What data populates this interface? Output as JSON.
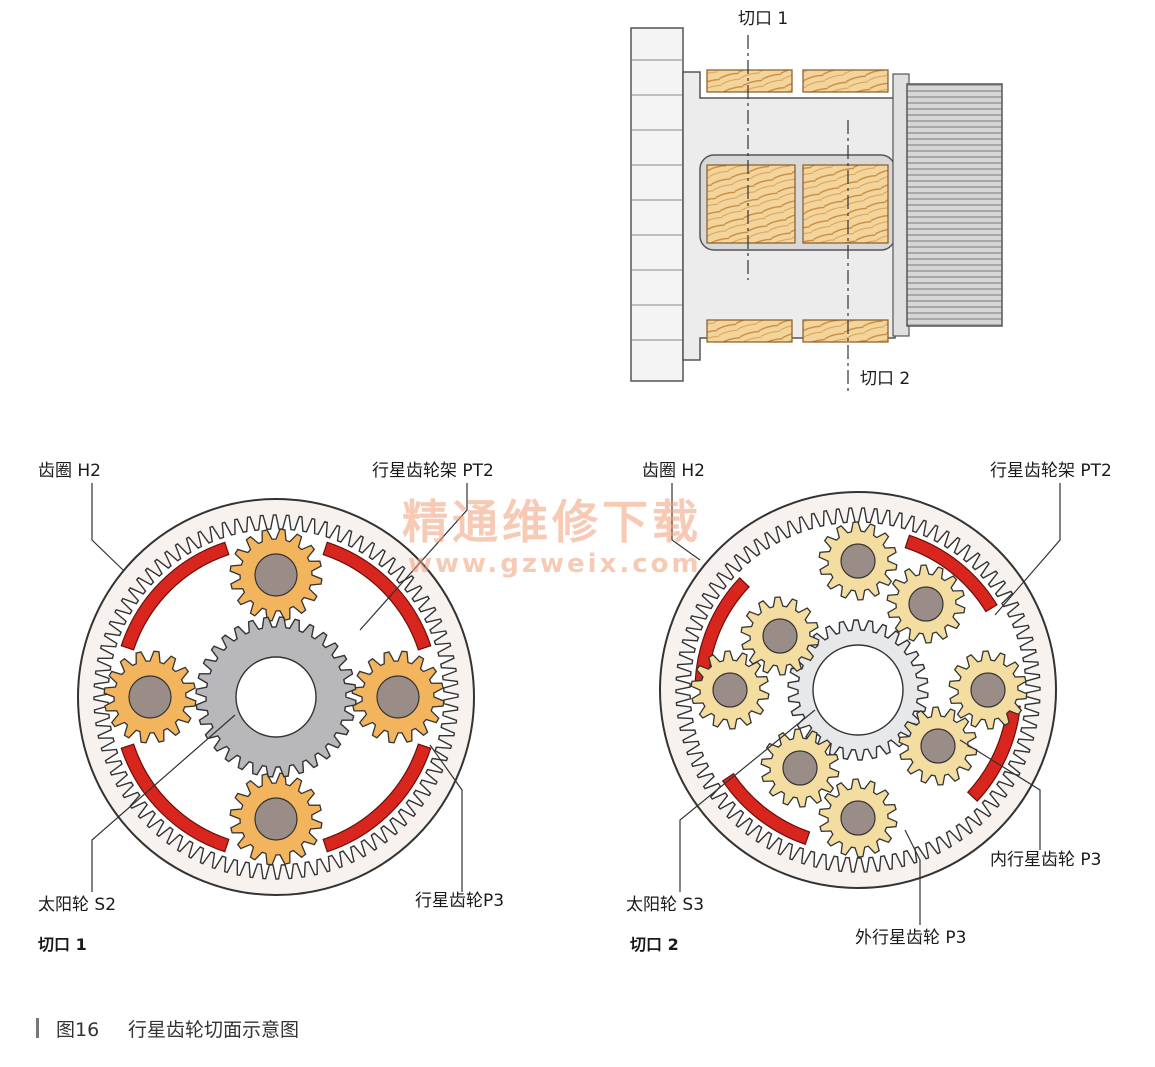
{
  "side_view": {
    "cut1_label": "切口 1",
    "cut2_label": "切口 2"
  },
  "section1": {
    "ring_gear_label": "齿圈 H2",
    "carrier_label": "行星齿轮架 PT2",
    "sun_gear_label": "太阳轮 S2",
    "planet_label": "行星齿轮P3",
    "cut_label": "切口 1"
  },
  "section2": {
    "ring_gear_label": "齿圈 H2",
    "carrier_label": "行星齿轮架 PT2",
    "sun_gear_label": "太阳轮 S3",
    "inner_planet_label": "内行星齿轮 P3",
    "outer_planet_label": "外行星齿轮 P3",
    "cut_label": "切口 2"
  },
  "watermark": {
    "title": "精通维修下载",
    "url": "www.gzweix.com"
  },
  "caption": {
    "figure_number": "图16",
    "text": "行星齿轮切面示意图"
  },
  "colors": {
    "planet_gear_1": "#f2b45c",
    "planet_gear_2": "#f3dda0",
    "sun_gear_1": "#b8b8ba",
    "sun_gear_2": "#e6e8ea",
    "carrier": "#d8261f",
    "ring_fill": "#f7f2ee",
    "hub": "#9a8d88"
  }
}
